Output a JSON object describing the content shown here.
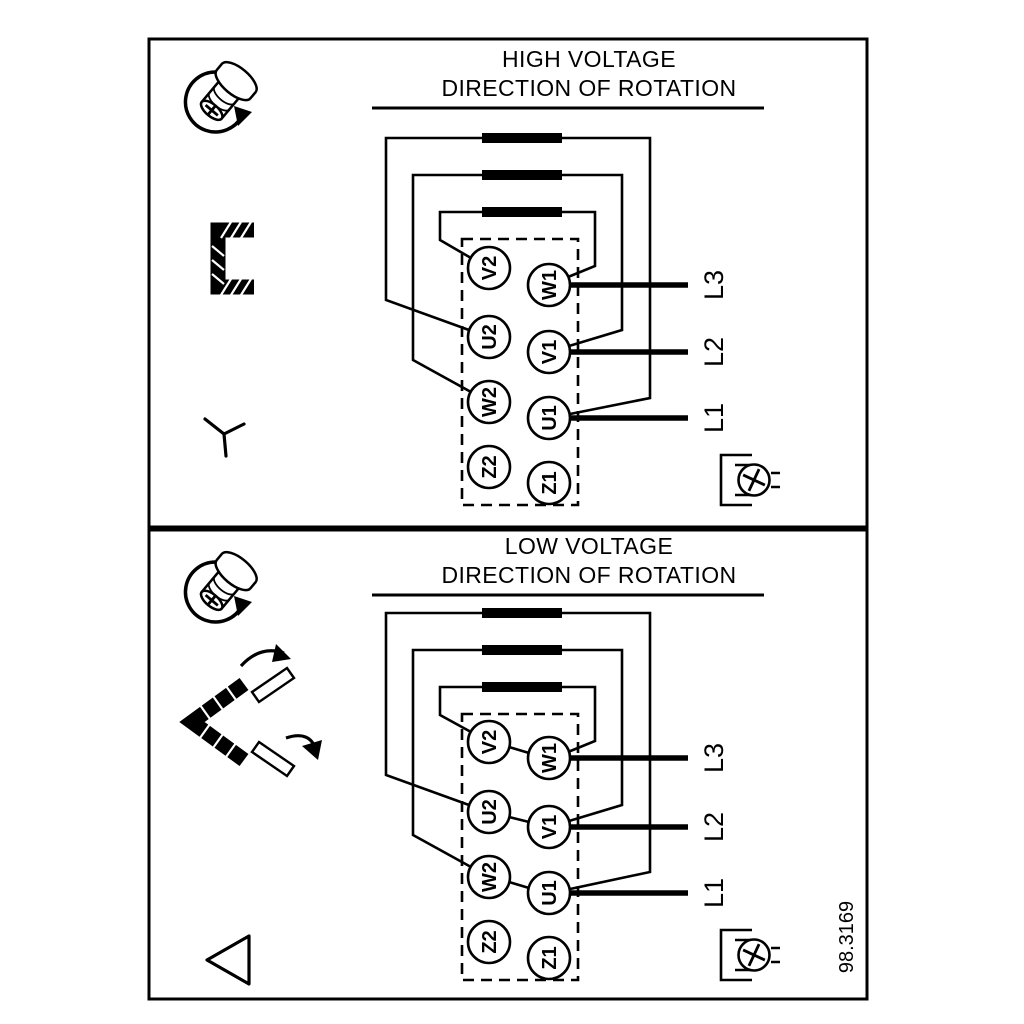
{
  "figure_number": "98.3169",
  "colors": {
    "ink": "#000000",
    "background": "#ffffff"
  },
  "panels": {
    "high": {
      "title": "HIGH VOLTAGE",
      "subtitle": "DIRECTION OF ROTATION",
      "connection": "star",
      "terminals": {
        "left": [
          "V2",
          "U2",
          "W2",
          "Z2"
        ],
        "right": [
          "W1",
          "V1",
          "U1",
          "Z1"
        ]
      },
      "supply_lines": [
        "L3",
        "L2",
        "L1"
      ]
    },
    "low": {
      "title": "LOW VOLTAGE",
      "subtitle": "DIRECTION OF ROTATION",
      "connection": "delta",
      "terminals": {
        "left": [
          "V2",
          "U2",
          "W2",
          "Z2"
        ],
        "right": [
          "W1",
          "V1",
          "U1",
          "Z1"
        ]
      },
      "supply_lines": [
        "L3",
        "L2",
        "L1"
      ]
    }
  },
  "icons": {
    "screw_rotation": "screw-with-rotation-arrow",
    "jumper_link": "jumper-link-bracket",
    "star": "star-connection-symbol",
    "delta": "delta-connection-symbol",
    "jumper_move": "jumper-reposition-arrows",
    "ground_screw": "terminal-screw-clamp"
  }
}
